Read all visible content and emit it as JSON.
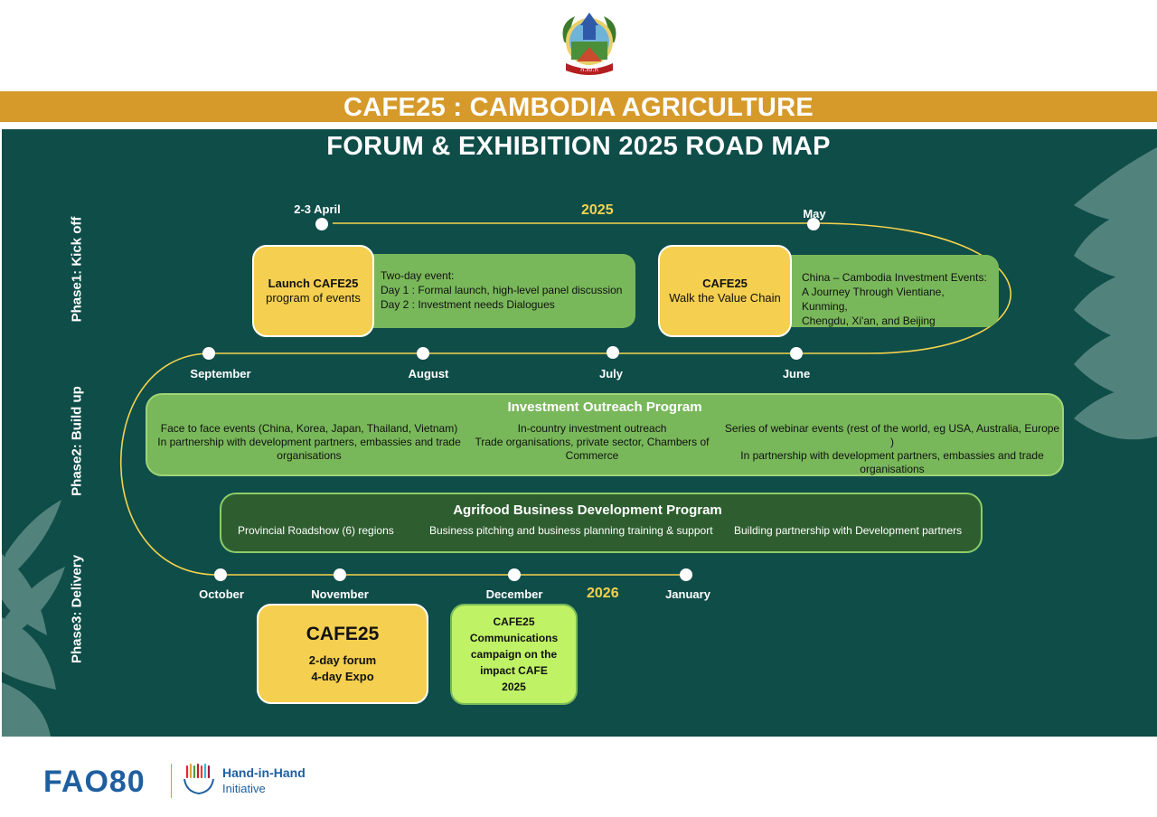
{
  "header": {
    "title_line1": "CAFE25 : CAMBODIA AGRICULTURE",
    "title_line2": "FORUM & EXHIBITION 2025 ROAD MAP",
    "emblem_text": "ក.ស.ក"
  },
  "phases": [
    {
      "label": "Phase1: Kick off"
    },
    {
      "label": "Phase2: Build up"
    },
    {
      "label": "Phase3: Delivery"
    }
  ],
  "years": {
    "first": "2025",
    "second": "2026"
  },
  "milestones": {
    "april": "2-3 April",
    "may": "May",
    "june": "June",
    "july": "July",
    "august": "August",
    "september": "September",
    "october": "October",
    "november": "November",
    "december": "December",
    "january": "January"
  },
  "kickoff": {
    "launch": {
      "title_line1": "Launch CAFE25",
      "title_line2": "program of events",
      "detail_line1": "Two-day event:",
      "detail_line2": "Day 1 : Formal launch, high-level panel discussion",
      "detail_line3": "Day 2 : Investment needs Dialogues"
    },
    "walk": {
      "title_line1": "CAFE25",
      "title_line2": "Walk the Value Chain",
      "detail_line1": "China – Cambodia Investment Events:",
      "detail_line2": "A Journey Through Vientiane, Kunming,",
      "detail_line3": "Chengdu, Xi'an, and Beijing"
    }
  },
  "outreach": {
    "title": "Investment Outreach Program",
    "columns": [
      {
        "line1": "Face to face events (China, Korea, Japan, Thailand, Vietnam)",
        "line2": "In partnership with development partners, embassies and trade",
        "line3": "organisations"
      },
      {
        "line1": "In-country investment outreach",
        "line2": "Trade organisations, private sector, Chambers of",
        "line3": "Commerce"
      },
      {
        "line1": "Series of webinar events (rest of the world, eg USA, Australia, Europe )",
        "line2": "In partnership with development partners, embassies and trade",
        "line3": "organisations"
      }
    ]
  },
  "agrifood": {
    "title": "Agrifood Business Development Program",
    "items": [
      "Provincial Roadshow (6) regions",
      "Business pitching and business planning training & support",
      "Building partnership with Development partners"
    ]
  },
  "delivery": {
    "forum": {
      "title": "CAFE25",
      "line1": "2-day forum",
      "line2": "4-day Expo"
    },
    "comms": {
      "line1": "CAFE25",
      "line2": "Communications",
      "line3": "campaign on the",
      "line4": "impact CAFE",
      "line5": "2025"
    }
  },
  "footer": {
    "fao_logo": "FAO80",
    "hih_title": "Hand-in-Hand",
    "hih_subtitle": "Initiative"
  },
  "colors": {
    "panel": "#0f4d49",
    "title_band": "#d69a2a",
    "accent_yellow": "#f5d34c",
    "box_yellow": "#f5cf4f",
    "box_green": "#79b85a",
    "box_dark_green": "#2e5e2f",
    "box_lime": "#bff264"
  },
  "icons": [
    "coat-of-arms-emblem",
    "wheat-leaf-decoration",
    "hand-in-hand-icon"
  ]
}
